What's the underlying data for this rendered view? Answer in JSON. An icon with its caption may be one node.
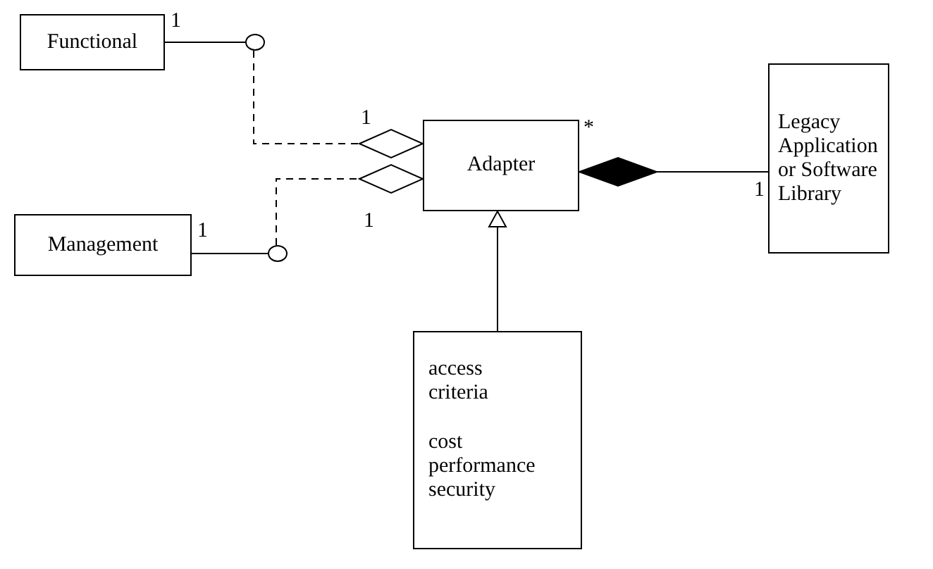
{
  "diagram": {
    "nodes": [
      {
        "text": [
          "Functional"
        ]
      },
      {
        "text": [],
        "shape": "circle"
      },
      {
        "text": [
          "Management"
        ]
      },
      {
        "text": [],
        "shape": "circle"
      },
      {
        "text": [
          "Adapter"
        ]
      },
      {
        "text": [
          "Legacy Application or Software Library"
        ]
      },
      {
        "text": [
          "access criteria",
          "cost performance security"
        ]
      }
    ],
    "edges": [
      {
        "from": 0,
        "to": 1,
        "arrow": "none"
      },
      {
        "from": 1,
        "to": 4,
        "arrow": "other",
        "style": "dashed"
      },
      {
        "from": 2,
        "to": 3,
        "arrow": "none"
      },
      {
        "from": 3,
        "to": 4,
        "arrow": "other",
        "style": "dashed"
      },
      {
        "from": 4,
        "to": 5,
        "arrow": "other"
      },
      {
        "from": 6,
        "to": 4,
        "arrow": "to"
      }
    ],
    "labels": [
      "1",
      "*",
      "1",
      "1",
      "1",
      "1"
    ]
  }
}
